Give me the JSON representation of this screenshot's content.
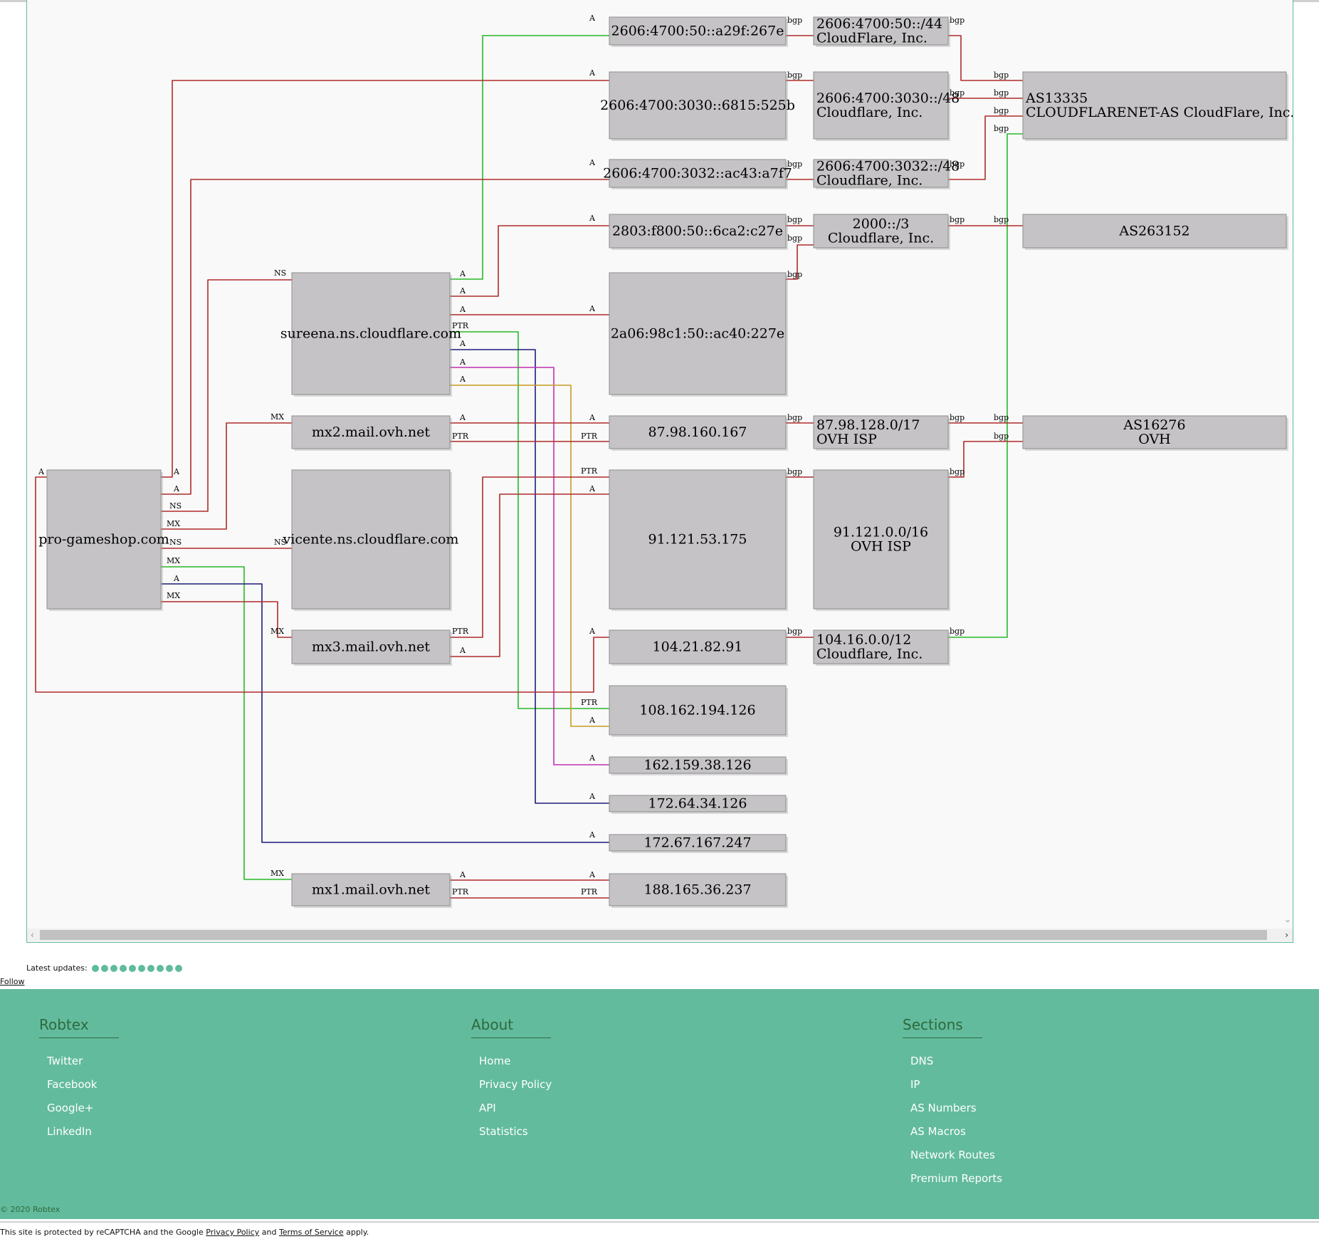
{
  "graph": {
    "nodes": [
      {
        "id": "ip-a29f",
        "lines": [
          "2606:4700:50::a29f:267e"
        ]
      },
      {
        "id": "pfx-50-44",
        "lines": [
          "2606:4700:50::/44",
          "CloudFlare, Inc."
        ]
      },
      {
        "id": "ip-525b",
        "lines": [
          "2606:4700:3030::6815:525b"
        ]
      },
      {
        "id": "pfx-3030-48",
        "lines": [
          "2606:4700:3030::/48",
          "Cloudflare, Inc."
        ]
      },
      {
        "id": "as13335",
        "lines": [
          "AS13335",
          "CLOUDFLARENET-AS CloudFlare, Inc."
        ]
      },
      {
        "id": "ip-a7f7",
        "lines": [
          "2606:4700:3032::ac43:a7f7"
        ]
      },
      {
        "id": "pfx-3032-48",
        "lines": [
          "2606:4700:3032::/48",
          "Cloudflare, Inc."
        ]
      },
      {
        "id": "ip-c27e",
        "lines": [
          "2803:f800:50::6ca2:c27e"
        ]
      },
      {
        "id": "pfx-2000-3",
        "lines": [
          "2000::/3",
          "Cloudflare, Inc."
        ]
      },
      {
        "id": "as263152",
        "lines": [
          "AS263152"
        ]
      },
      {
        "id": "sureena",
        "lines": [
          "sureena.ns.cloudflare.com"
        ]
      },
      {
        "id": "ip-227e",
        "lines": [
          "2a06:98c1:50::ac40:227e"
        ]
      },
      {
        "id": "mx2",
        "lines": [
          "mx2.mail.ovh.net"
        ]
      },
      {
        "id": "ip-87",
        "lines": [
          "87.98.160.167"
        ]
      },
      {
        "id": "pfx-87",
        "lines": [
          "87.98.128.0/17",
          "OVH ISP"
        ]
      },
      {
        "id": "as16276",
        "lines": [
          "AS16276",
          "OVH"
        ]
      },
      {
        "id": "domain",
        "lines": [
          "pro-gameshop.com"
        ]
      },
      {
        "id": "vicente",
        "lines": [
          "vicente.ns.cloudflare.com"
        ]
      },
      {
        "id": "ip-91",
        "lines": [
          "91.121.53.175"
        ]
      },
      {
        "id": "pfx-91",
        "lines": [
          "91.121.0.0/16",
          "OVH ISP"
        ]
      },
      {
        "id": "mx3",
        "lines": [
          "mx3.mail.ovh.net"
        ]
      },
      {
        "id": "ip-104",
        "lines": [
          "104.21.82.91"
        ]
      },
      {
        "id": "pfx-104",
        "lines": [
          "104.16.0.0/12",
          "Cloudflare, Inc."
        ]
      },
      {
        "id": "ip-108",
        "lines": [
          "108.162.194.126"
        ]
      },
      {
        "id": "ip-162",
        "lines": [
          "162.159.38.126"
        ]
      },
      {
        "id": "ip-172-64",
        "lines": [
          "172.64.34.126"
        ]
      },
      {
        "id": "ip-172-67",
        "lines": [
          "172.67.167.247"
        ]
      },
      {
        "id": "mx1",
        "lines": [
          "mx1.mail.ovh.net"
        ]
      },
      {
        "id": "ip-188",
        "lines": [
          "188.165.36.237"
        ]
      }
    ],
    "edge_colors": {
      "red": "#b02a2a",
      "green": "#28b828",
      "navy": "#1c1c7a",
      "magenta": "#c030b0",
      "gold": "#c89a20"
    },
    "edges": [
      {
        "from": "sureena",
        "to": "ip-a29f",
        "type": "A",
        "color": "green"
      },
      {
        "from": "sureena",
        "to": "ip-c27e",
        "type": "A",
        "color": "red"
      },
      {
        "from": "sureena",
        "to": "ip-227e",
        "type": "A",
        "color": "red"
      },
      {
        "from": "sureena",
        "to": "ip-108",
        "type": "PTR",
        "color": "green"
      },
      {
        "from": "sureena",
        "to": "ip-172-64",
        "type": "A",
        "color": "navy"
      },
      {
        "from": "sureena",
        "to": "ip-162",
        "type": "A",
        "color": "magenta"
      },
      {
        "from": "sureena",
        "to": "ip-108",
        "type": "A",
        "color": "gold"
      },
      {
        "from": "domain",
        "to": "ip-525b",
        "type": "A",
        "color": "red"
      },
      {
        "from": "domain",
        "to": "ip-a7f7",
        "type": "A",
        "color": "red"
      },
      {
        "from": "domain",
        "to": "sureena",
        "type": "NS",
        "color": "red"
      },
      {
        "from": "domain",
        "to": "mx2",
        "type": "MX",
        "color": "red"
      },
      {
        "from": "domain",
        "to": "vicente",
        "type": "NS",
        "color": "red"
      },
      {
        "from": "domain",
        "to": "mx1",
        "type": "MX",
        "color": "green"
      },
      {
        "from": "domain",
        "to": "ip-172-67",
        "type": "A",
        "color": "navy"
      },
      {
        "from": "domain",
        "to": "mx3",
        "type": "MX",
        "color": "red"
      },
      {
        "from": "domain",
        "to": "ip-104",
        "type": "A",
        "color": "red"
      },
      {
        "from": "mx2",
        "to": "ip-87",
        "type": "A",
        "color": "red"
      },
      {
        "from": "mx2",
        "to": "ip-87",
        "type": "PTR",
        "color": "red"
      },
      {
        "from": "mx3",
        "to": "ip-91",
        "type": "PTR",
        "color": "red"
      },
      {
        "from": "mx3",
        "to": "ip-91",
        "type": "A",
        "color": "red"
      },
      {
        "from": "mx1",
        "to": "ip-188",
        "type": "A",
        "color": "red"
      },
      {
        "from": "mx1",
        "to": "ip-188",
        "type": "PTR",
        "color": "red"
      },
      {
        "from": "ip-a29f",
        "to": "pfx-50-44",
        "type": "bgp",
        "color": "red"
      },
      {
        "from": "ip-525b",
        "to": "pfx-3030-48",
        "type": "bgp",
        "color": "red"
      },
      {
        "from": "ip-a7f7",
        "to": "pfx-3032-48",
        "type": "bgp",
        "color": "red"
      },
      {
        "from": "ip-c27e",
        "to": "pfx-2000-3",
        "type": "bgp",
        "color": "red"
      },
      {
        "from": "ip-227e",
        "to": "pfx-2000-3",
        "type": "bgp",
        "color": "red"
      },
      {
        "from": "ip-87",
        "to": "pfx-87",
        "type": "bgp",
        "color": "red"
      },
      {
        "from": "ip-91",
        "to": "pfx-91",
        "type": "bgp",
        "color": "red"
      },
      {
        "from": "ip-104",
        "to": "pfx-104",
        "type": "bgp",
        "color": "red"
      },
      {
        "from": "pfx-50-44",
        "to": "as13335",
        "type": "bgp",
        "color": "red"
      },
      {
        "from": "pfx-3030-48",
        "to": "as13335",
        "type": "bgp",
        "color": "red"
      },
      {
        "from": "pfx-3032-48",
        "to": "as13335",
        "type": "bgp",
        "color": "red"
      },
      {
        "from": "pfx-104",
        "to": "as13335",
        "type": "bgp",
        "color": "green"
      },
      {
        "from": "pfx-2000-3",
        "to": "as263152",
        "type": "bgp",
        "color": "red"
      },
      {
        "from": "pfx-87",
        "to": "as16276",
        "type": "bgp",
        "color": "red"
      },
      {
        "from": "pfx-91",
        "to": "as16276",
        "type": "bgp",
        "color": "red"
      }
    ]
  },
  "latest_updates": {
    "label": "Latest updates:",
    "count": 10
  },
  "follow_label": "Follow",
  "footer": {
    "columns": [
      {
        "title": "Robtex",
        "items": [
          "Twitter",
          "Facebook",
          "Google+",
          "LinkedIn"
        ]
      },
      {
        "title": "About",
        "items": [
          "Home",
          "Privacy Policy",
          "API",
          "Statistics"
        ]
      },
      {
        "title": "Sections",
        "items": [
          "DNS",
          "IP",
          "AS Numbers",
          "AS Macros",
          "Network Routes",
          "Premium Reports"
        ]
      }
    ],
    "copyright": "© 2020 Robtex"
  },
  "recaptcha": {
    "prefix": "This site is protected by reCAPTCHA and the Google ",
    "privacy": "Privacy Policy",
    "and": " and ",
    "terms": "Terms of Service",
    "suffix": " apply."
  }
}
